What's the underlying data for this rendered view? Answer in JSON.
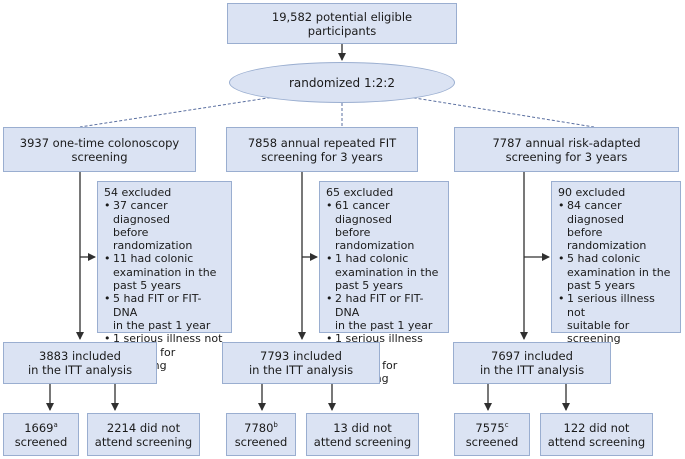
{
  "top": {
    "line1": "19,582 potential eligible",
    "line2": "participants"
  },
  "randomized": "randomized 1:2:2",
  "arms": [
    {
      "line1": "3937 one-time colonoscopy",
      "line2": "screening",
      "excluded": {
        "title": "54 excluded",
        "items": [
          {
            "line1": "37 cancer diagnosed",
            "line2": "before randomization"
          },
          {
            "line1": "11 had colonic",
            "line2": "examination in the",
            "line3": "past 5 years"
          },
          {
            "line1": "5 had FIT or FIT-DNA",
            "line2": "in the past 1 year"
          },
          {
            "line1": "1 serious illness not",
            "line2": "suitable for screening"
          }
        ]
      },
      "included": {
        "line1": "3883 included",
        "line2": "in the ITT analysis"
      },
      "screened": {
        "number": "1669",
        "sup": "a",
        "label": "screened"
      },
      "not_attend": {
        "line1": "2214 did not",
        "line2": "attend screening"
      }
    },
    {
      "line1": "7858 annual repeated FIT",
      "line2": "screening for 3 years",
      "excluded": {
        "title": "65 excluded",
        "items": [
          {
            "line1": "61 cancer diagnosed",
            "line2": "before randomization"
          },
          {
            "line1": "1 had colonic",
            "line2": "examination in the",
            "line3": "past 5 years"
          },
          {
            "line1": "2 had FIT or FIT-DNA",
            "line2": "in the past 1 year"
          },
          {
            "line1": "1 serious illness not",
            "line2": "suitable for screening"
          }
        ]
      },
      "included": {
        "line1": "7793 included",
        "line2": "in the ITT analysis"
      },
      "screened": {
        "number": "7780",
        "sup": "b",
        "label": "screened"
      },
      "not_attend": {
        "line1": "13 did not",
        "line2": "attend screening"
      }
    },
    {
      "line1": "7787 annual risk-adapted",
      "line2": "screening for 3 years",
      "excluded": {
        "title": "90 excluded",
        "items": [
          {
            "line1": "84 cancer diagnosed",
            "line2": "before randomization"
          },
          {
            "line1": "5 had colonic",
            "line2": "examination in the",
            "line3": "past 5 years"
          },
          {
            "line1": "1 serious illness not",
            "line2": "suitable for screening"
          }
        ]
      },
      "included": {
        "line1": "7697 included",
        "line2": "in the ITT analysis"
      },
      "screened": {
        "number": "7575",
        "sup": "c",
        "label": "screened"
      },
      "not_attend": {
        "line1": "122 did not",
        "line2": "attend screening"
      }
    }
  ],
  "colors": {
    "box_fill": "#dbe3f3",
    "box_border": "#9aaed0",
    "line": "#303030",
    "dashed_line": "#5a6fa0"
  }
}
